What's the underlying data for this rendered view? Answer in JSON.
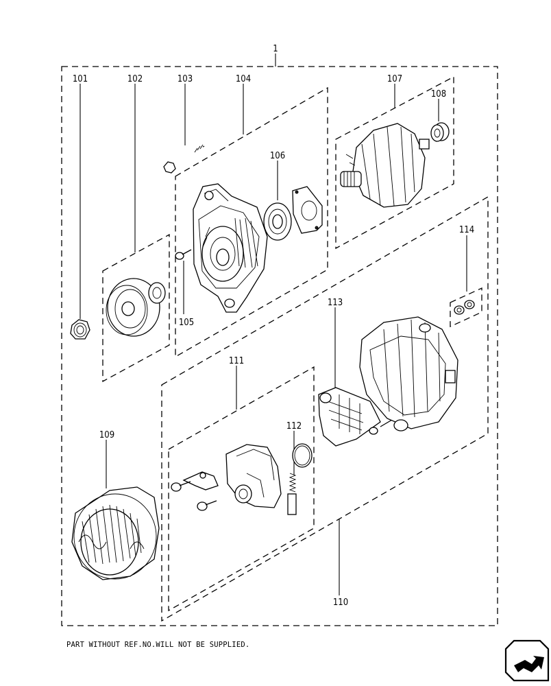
{
  "diagram": {
    "callouts": {
      "c1": "1",
      "c101": "101",
      "c102": "102",
      "c103": "103",
      "c104": "104",
      "c105": "105",
      "c106": "106",
      "c107": "107",
      "c108": "108",
      "c109": "109",
      "c110": "110",
      "c111": "111",
      "c112": "112",
      "c113": "113",
      "c114": "114"
    }
  },
  "footnote": "PART WITHOUT REF.NO.WILL NOT BE SUPPLIED.",
  "navigation": {
    "icon": "next-page-arrow-icon"
  }
}
